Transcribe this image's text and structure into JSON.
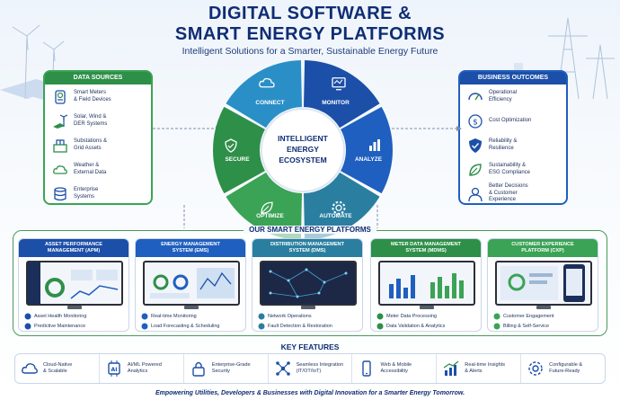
{
  "header": {
    "title_line1": "DIGITAL SOFTWARE &",
    "title_line2": "SMART ENERGY PLATFORMS",
    "subtitle": "Intelligent Solutions for a Smarter, Sustainable Energy Future"
  },
  "data_sources": {
    "title": "DATA SOURCES",
    "items": [
      {
        "text": "Smart Meters\n& Field Devices",
        "icon": "smart-meter-icon"
      },
      {
        "text": "Solar, Wind &\nDER Systems",
        "icon": "solar-wind-icon"
      },
      {
        "text": "Substations &\nGrid Assets",
        "icon": "substation-icon"
      },
      {
        "text": "Weather &\nExternal Data",
        "icon": "weather-icon"
      },
      {
        "text": "Enterprise\nSystems",
        "icon": "database-icon"
      }
    ]
  },
  "business_outcomes": {
    "title": "BUSINESS OUTCOMES",
    "items": [
      {
        "text": "Operational\nEfficiency",
        "icon": "efficiency-icon"
      },
      {
        "text": "Cost Optimization",
        "icon": "cost-icon"
      },
      {
        "text": "Reliability &\nResilience",
        "icon": "shield-check-icon"
      },
      {
        "text": "Sustainability &\nESG Compliance",
        "icon": "leaf-icon"
      },
      {
        "text": "Better Decisions\n& Customer\nExperience",
        "icon": "user-icon"
      }
    ]
  },
  "ecosystem": {
    "center_line1": "INTELLIGENT",
    "center_line2": "ENERGY",
    "center_line3": "ECOSYSTEM",
    "segments": [
      {
        "label": "MONITOR",
        "color": "#1c4fa8",
        "icon": "monitor-icon"
      },
      {
        "label": "ANALYZE",
        "color": "#1f5fbf",
        "icon": "bar-chart-icon"
      },
      {
        "label": "AUTOMATE",
        "color": "#2a7fa0",
        "icon": "gear-icon"
      },
      {
        "label": "OPTIMIZE",
        "color": "#3aa355",
        "icon": "leaf-icon"
      },
      {
        "label": "SECURE",
        "color": "#2e8f49",
        "icon": "shield-icon"
      },
      {
        "label": "CONNECT",
        "color": "#2a8fc7",
        "icon": "cloud-icon"
      }
    ]
  },
  "platforms": {
    "heading": "OUR SMART ENERGY PLATFORMS",
    "items": [
      {
        "title": "ASSET PERFORMANCE\nMANAGEMENT (APM)",
        "color": "#1c4fa8",
        "features": [
          "Asset Health Monitoring",
          "Predictive Maintenance"
        ]
      },
      {
        "title": "ENERGY MANAGEMENT\nSYSTEM (EMS)",
        "color": "#1f5fbf",
        "features": [
          "Real-time Monitoring",
          "Load Forecasting & Scheduling"
        ]
      },
      {
        "title": "DISTRIBUTION MANAGEMENT\nSYSTEM (DMS)",
        "color": "#2a7fa0",
        "features": [
          "Network Operations",
          "Fault Detection & Restoration"
        ]
      },
      {
        "title": "METER DATA MANAGEMENT\nSYSTEM (MDMS)",
        "color": "#2e8f49",
        "features": [
          "Meter Data Processing",
          "Data Validation & Analytics"
        ]
      },
      {
        "title": "CUSTOMER EXPERIENCE\nPLATFORM (CXP)",
        "color": "#3aa355",
        "features": [
          "Customer Engagement",
          "Billing & Self-Service"
        ]
      }
    ]
  },
  "key_features": {
    "heading": "KEY FEATURES",
    "items": [
      {
        "text": "Cloud-Native\n& Scalable",
        "icon": "cloud-icon"
      },
      {
        "text": "AI/ML Powered\nAnalytics",
        "icon": "ai-chip-icon"
      },
      {
        "text": "Enterprise-Grade\nSecurity",
        "icon": "lock-icon"
      },
      {
        "text": "Seamless Integration\n(IT/OT/IoT)",
        "icon": "network-icon"
      },
      {
        "text": "Web & Mobile\nAccessibility",
        "icon": "mobile-icon"
      },
      {
        "text": "Real-time Insights\n& Alerts",
        "icon": "trend-icon"
      },
      {
        "text": "Configurable &\nFuture-Ready",
        "icon": "settings-icon"
      }
    ]
  },
  "footer": "Empowering Utilities, Developers & Businesses with Digital Innovation for a Smarter Energy Tomorrow."
}
